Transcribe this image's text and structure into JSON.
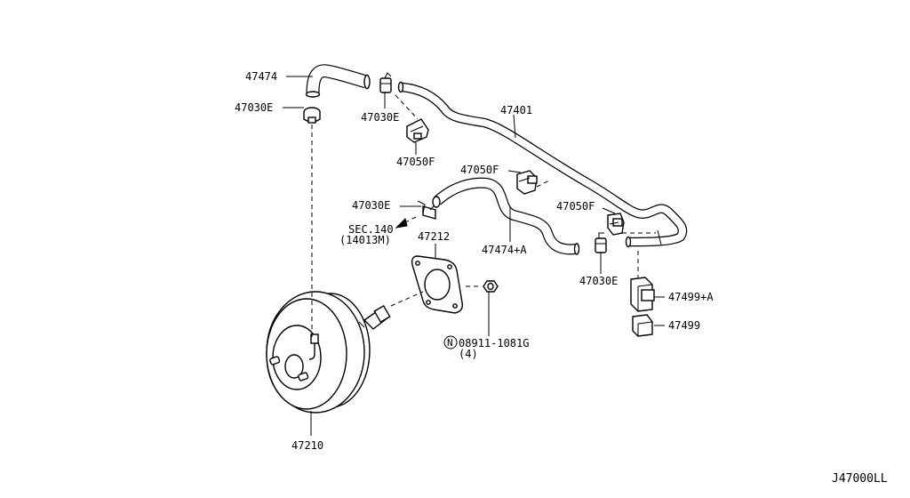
{
  "diagram_id": "J47000LL",
  "labels": {
    "p47474": "47474",
    "p47030e_a": "47030E",
    "p47030e_b": "47030E",
    "p47050f_a": "47050F",
    "p47401": "47401",
    "p47050f_b": "47050F",
    "p47030e_c": "47030E",
    "p47050f_c": "47050F",
    "sec_line1": "SEC.140",
    "sec_line2": "(14013M)",
    "p47474a": "47474+A",
    "p47212": "47212",
    "p47030e_d": "47030E",
    "p47499a": "47499+A",
    "p47499": "47499",
    "nut_marker": "N",
    "nut_part": "08911-1081G",
    "nut_qty": "(4)",
    "p47210": "47210"
  }
}
